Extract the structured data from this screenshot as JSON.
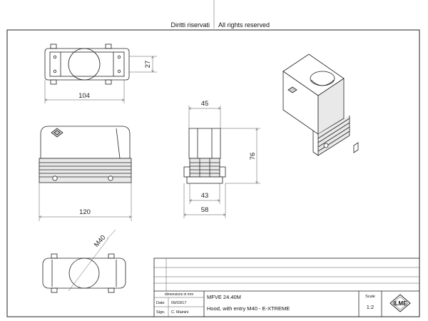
{
  "header": {
    "rights_it": "Diritti riservati",
    "rights_en": "All rights reserved"
  },
  "dimensions": {
    "top_view_height": "27",
    "top_view_width": "104",
    "side_view_width": "45",
    "side_view_height": "76",
    "side_view_body": "43",
    "side_view_base": "58",
    "front_view_width": "120",
    "bottom_view_thread": "M40"
  },
  "title_block": {
    "units_note": "dimensions in mm",
    "date_label": "Date",
    "date_value": "09/03/17",
    "sign_label": "Sign.",
    "sign_value": "C. Mainini",
    "part_number": "MFVE 24.40M",
    "description": "Hood, with  entry M40 - E-XTREME",
    "scale_label": "Scale",
    "scale_value": "1:2",
    "logo_text": "ILME"
  }
}
